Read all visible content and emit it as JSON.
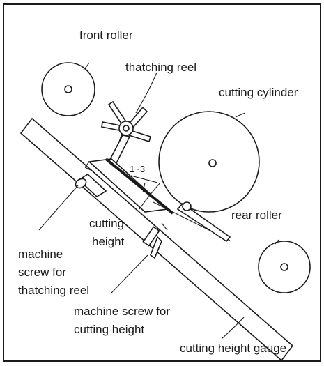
{
  "labels": {
    "front_roller": "front roller",
    "thatching_reel": "thatching reel",
    "cutting_cylinder": "cutting cylinder",
    "rear_roller": "rear roller",
    "gap": "1~3",
    "cutting_height_1": "cutting",
    "cutting_height_2": "height",
    "screw_thatching_1": "machine",
    "screw_thatching_2": "screw for",
    "screw_thatching_3": "thatching reel",
    "screw_cutting_1": "machine screw for",
    "screw_cutting_2": "cutting height",
    "gauge": "cutting height gauge"
  }
}
